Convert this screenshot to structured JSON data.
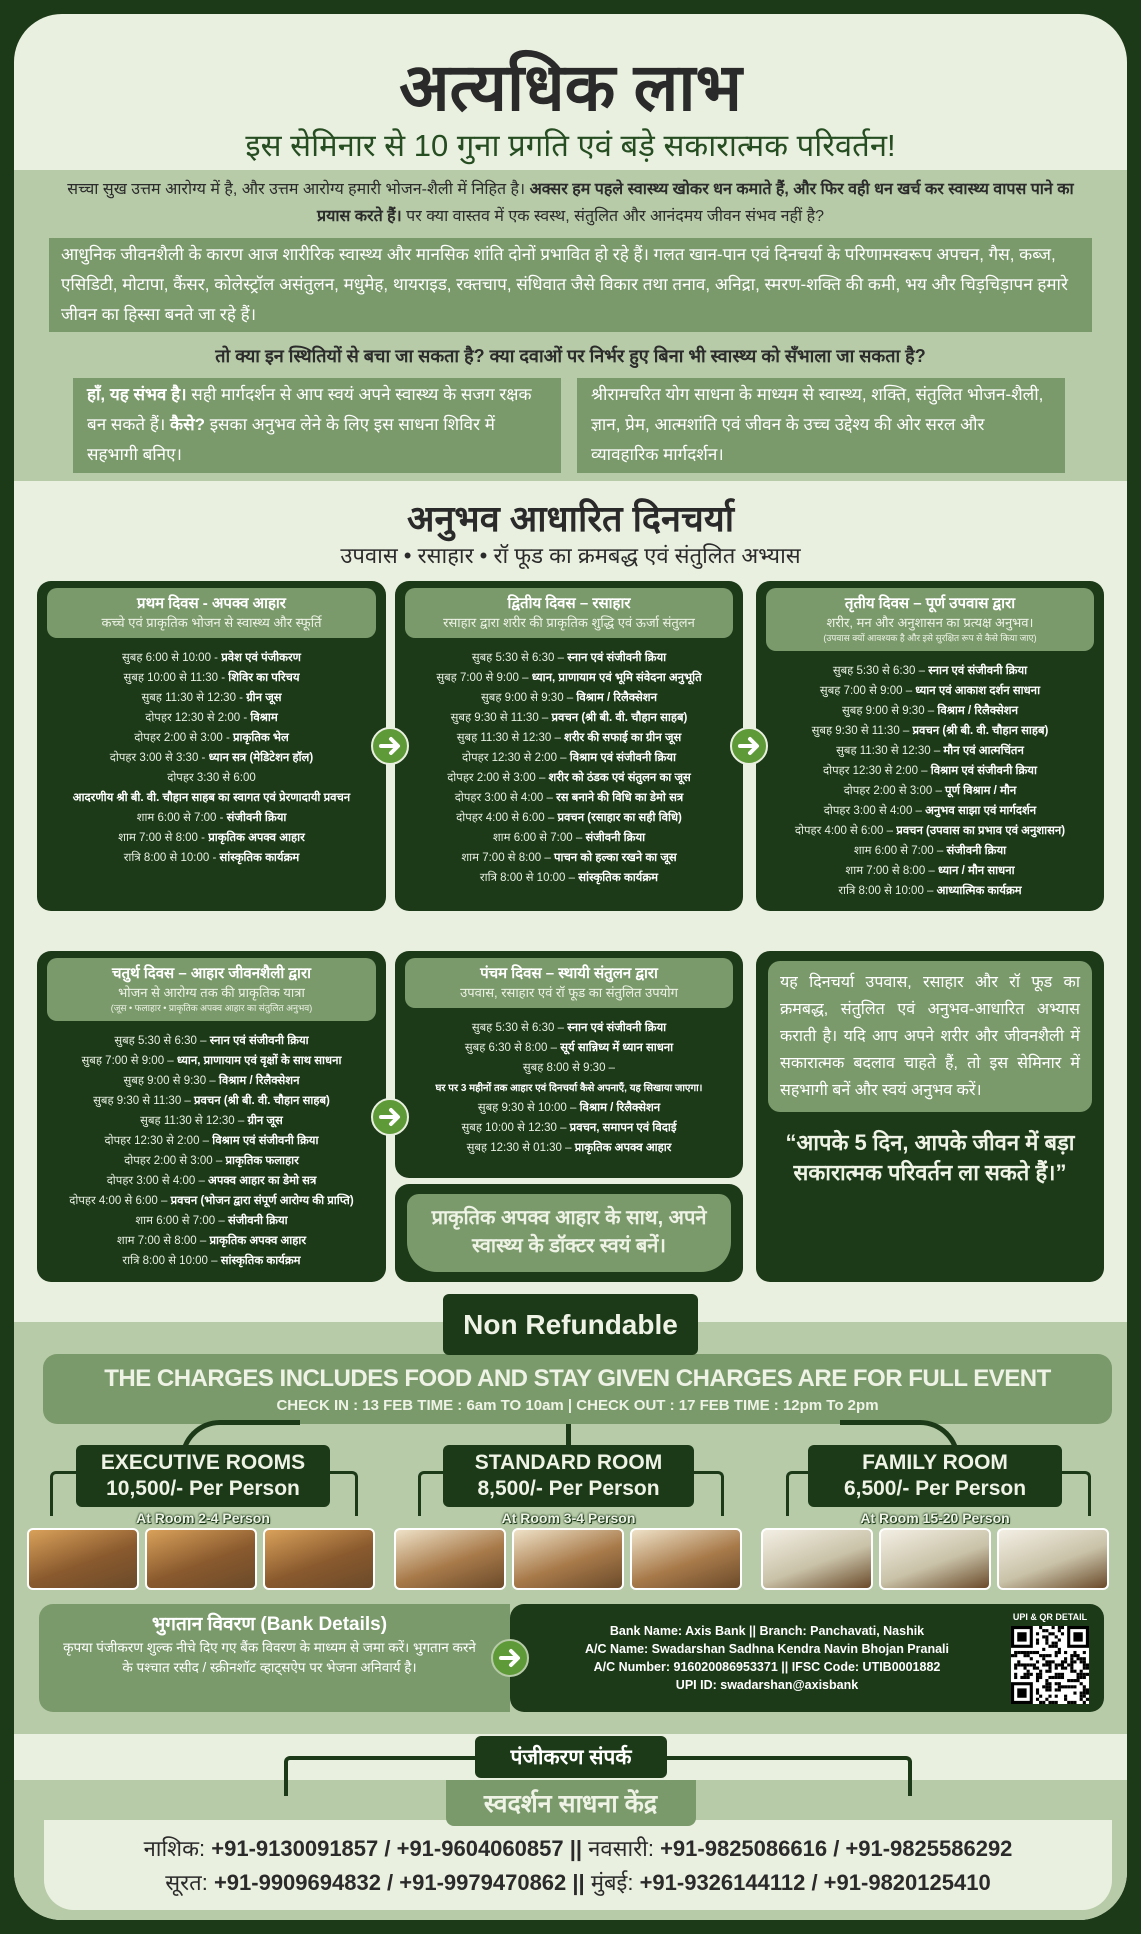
{
  "header": {
    "title": "अत्यधिक लाभ",
    "subtitle": "इस सेमिनार से 10 गुना प्रगति एवं बड़े सकारात्मक परिवर्तन!"
  },
  "intro": {
    "p1_normal_a": "सच्चा सुख उत्तम आरोग्य में है, और उत्तम आरोग्य हमारी भोजन-शैली में निहित है। ",
    "p1_bold": "अक्सर हम पहले स्वास्थ्य खोकर धन कमाते हैं, और फिर वही धन खर्च कर स्वास्थ्य वापस पाने का प्रयास करते हैं।",
    "p1_normal_b": " पर क्या वास्तव में एक स्वस्थ, संतुलित और आनंदमय जीवन संभव नहीं है?",
    "p2": "आधुनिक जीवनशैली के कारण आज शारीरिक स्वास्थ्य और मानसिक शांति दोनों प्रभावित हो रहे हैं। गलत खान-पान एवं दिनचर्या के परिणामस्वरूप अपचन, गैस, कब्ज, एसिडिटी, मोटापा, कैंसर, कोलेस्ट्रॉल असंतुलन, मधुमेह, थायराइड, रक्तचाप, संधिवात जैसे विकार तथा तनाव, अनिद्रा, स्मरण-शक्ति की कमी, भय और चिड़चिड़ापन हमारे जीवन का हिस्सा बनते जा रहे हैं।",
    "question": "तो क्या इन स्थितियों से बचा जा सकता है? क्या दवाओं पर निर्भर हुए बिना भी स्वास्थ्य को सँभाला जा सकता है?",
    "left_bold_a": "हाँ, यह संभव है।",
    "left_a": " सही मार्गदर्शन से आप स्वयं अपने स्वास्थ्य के सजग रक्षक बन सकते हैं। ",
    "left_bold_b": "कैसे?",
    "left_b": " इसका अनुभव लेने के लिए इस साधना शिविर में सहभागी बनिए।",
    "right": "श्रीरामचरित योग साधना के माध्यम से स्वास्थ्य, शक्ति, संतुलित भोजन-शैली, ज्ञान, प्रेम, आत्मशांति एवं जीवन के उच्च उद्देश्य की ओर सरल और व्यावहारिक मार्गदर्शन।"
  },
  "routine": {
    "title": "अनुभव आधारित दिनचर्या",
    "subtitle": "उपवास • रसाहार • रॉ फूड का क्रमबद्ध एवं संतुलित अभ्यास",
    "days": [
      {
        "title": "प्रथम दिवस - अपक्व आहार",
        "sub": "कच्चे एवं प्राकृतिक भोजन से स्वास्थ्य और स्फूर्ति",
        "items": [
          {
            "t": "सुबह 6:00 से 10:00 - ",
            "a": "प्रवेश एवं पंजीकरण"
          },
          {
            "t": "सुबह 10:00 से 11:30 - ",
            "a": "शिविर का परिचय"
          },
          {
            "t": "सुबह 11:30 से 12:30 - ",
            "a": "ग्रीन जूस"
          },
          {
            "t": "दोपहर 12:30 से 2:00 - ",
            "a": "विश्राम"
          },
          {
            "t": "दोपहर 2:00 से 3:00 - ",
            "a": "प्राकृतिक भेल"
          },
          {
            "t": "दोपहर 3:00 से 3:30 - ",
            "a": "ध्यान सत्र (मेडिटेशन हॉल)"
          },
          {
            "t": "दोपहर 3:30 से 6:00",
            "a": "आदरणीय श्री बी. वी. चौहान साहब का स्वागत एवं प्रेरणादायी प्रवचन",
            "block": true
          },
          {
            "t": "शाम 6:00 से 7:00 - ",
            "a": "संजीवनी क्रिया"
          },
          {
            "t": "शाम 7:00 से 8:00 - ",
            "a": "प्राकृतिक अपक्व आहार"
          },
          {
            "t": "रात्रि 8:00 से 10:00 - ",
            "a": "सांस्कृतिक कार्यक्रम"
          }
        ]
      },
      {
        "title": "द्वितीय दिवस – रसाहार",
        "sub": "रसाहार द्वारा शरीर की प्राकृतिक शुद्धि एवं ऊर्जा संतुलन",
        "items": [
          {
            "t": "सुबह 5:30 से 6:30 – ",
            "a": "स्नान एवं संजीवनी क्रिया"
          },
          {
            "t": "सुबह 7:00 से 9:00 – ",
            "a": "ध्यान, प्राणायाम एवं भूमि संवेदना अनुभूति"
          },
          {
            "t": "सुबह 9:00 से 9:30 – ",
            "a": "विश्राम / रिलैक्सेशन"
          },
          {
            "t": "सुबह 9:30 से 11:30 – ",
            "a": "प्रवचन (श्री बी. वी. चौहान साहब)"
          },
          {
            "t": "सुबह 11:30 से 12:30 – ",
            "a": "शरीर की सफाई का ग्रीन जूस"
          },
          {
            "t": "दोपहर 12:30 से 2:00 – ",
            "a": "विश्राम एवं संजीवनी क्रिया"
          },
          {
            "t": "दोपहर 2:00 से 3:00 – ",
            "a": "शरीर को ठंडक एवं संतुलन का जूस"
          },
          {
            "t": "दोपहर 3:00 से 4:00 – ",
            "a": "रस बनाने की विधि का डेमो सत्र"
          },
          {
            "t": "दोपहर 4:00 से 6:00 – ",
            "a": "प्रवचन (रसाहार का सही विधि)"
          },
          {
            "t": "शाम 6:00 से 7:00 – ",
            "a": "संजीवनी क्रिया"
          },
          {
            "t": "शाम 7:00 से 8:00 – ",
            "a": "पाचन को हल्का रखने का जूस"
          },
          {
            "t": "रात्रि 8:00 से 10:00 – ",
            "a": "सांस्कृतिक कार्यक्रम"
          }
        ]
      },
      {
        "title": "तृतीय दिवस – पूर्ण उपवास द्वारा",
        "sub": "शरीर, मन और अनुशासन का प्रत्यक्ष अनुभव।",
        "note": "(उपवास क्यों आवश्यक है और इसे सुरक्षित रूप से कैसे किया जाए)",
        "items": [
          {
            "t": "सुबह 5:30 से 6:30 – ",
            "a": "स्नान एवं संजीवनी क्रिया"
          },
          {
            "t": "सुबह 7:00 से 9:00 – ",
            "a": "ध्यान एवं आकाश दर्शन साधना"
          },
          {
            "t": "सुबह 9:00 से 9:30 – ",
            "a": "विश्राम / रिलैक्सेशन"
          },
          {
            "t": "सुबह 9:30 से 11:30 – ",
            "a": "प्रवचन (श्री बी. वी. चौहान साहब)"
          },
          {
            "t": "सुबह 11:30 से 12:30 – ",
            "a": "मौन एवं आत्मचिंतन"
          },
          {
            "t": "दोपहर 12:30 से 2:00 – ",
            "a": "विश्राम एवं संजीवनी क्रिया"
          },
          {
            "t": "दोपहर 2:00 से 3:00 – ",
            "a": "पूर्ण विश्राम / मौन"
          },
          {
            "t": "दोपहर 3:00 से 4:00 – ",
            "a": "अनुभव साझा एवं मार्गदर्शन"
          },
          {
            "t": "दोपहर 4:00 से 6:00 – ",
            "a": "प्रवचन (उपवास का प्रभाव एवं अनुशासन)"
          },
          {
            "t": "शाम 6:00 से 7:00 – ",
            "a": "संजीवनी क्रिया"
          },
          {
            "t": "शाम 7:00 से 8:00 – ",
            "a": "ध्यान / मौन साधना"
          },
          {
            "t": "रात्रि 8:00 से 10:00 – ",
            "a": "आध्यात्मिक कार्यक्रम"
          }
        ]
      },
      {
        "title": "चतुर्थ दिवस – आहार जीवनशैली द्वारा",
        "sub": "भोजन से आरोग्य तक की प्राकृतिक यात्रा",
        "note": "(जूस • फलाहार • प्राकृतिक अपक्व आहार का संतुलित अनुभव)",
        "items": [
          {
            "t": "सुबह 5:30 से 6:30 – ",
            "a": "स्नान एवं संजीवनी क्रिया"
          },
          {
            "t": "सुबह 7:00 से 9:00 – ",
            "a": "ध्यान, प्राणायाम एवं वृक्षों के साथ साधना"
          },
          {
            "t": "सुबह 9:00 से 9:30 – ",
            "a": "विश्राम / रिलैक्सेशन"
          },
          {
            "t": "सुबह 9:30 से 11:30 – ",
            "a": "प्रवचन (श्री बी. वी. चौहान साहब)"
          },
          {
            "t": "सुबह 11:30 से 12:30 – ",
            "a": "ग्रीन जूस"
          },
          {
            "t": "दोपहर 12:30 से 2:00 – ",
            "a": "विश्राम एवं संजीवनी क्रिया"
          },
          {
            "t": "दोपहर 2:00 से 3:00 – ",
            "a": "प्राकृतिक फलाहार"
          },
          {
            "t": "दोपहर 3:00 से 4:00 – ",
            "a": "अपक्व आहार का डेमो सत्र"
          },
          {
            "t": "दोपहर 4:00 से 6:00 – ",
            "a": "प्रवचन (भोजन द्वारा संपूर्ण आरोग्य की प्राप्ति)"
          },
          {
            "t": "शाम 6:00 से 7:00 – ",
            "a": "संजीवनी क्रिया"
          },
          {
            "t": "शाम 7:00 से 8:00 – ",
            "a": "प्राकृतिक अपक्व आहार"
          },
          {
            "t": "रात्रि 8:00 से 10:00 – ",
            "a": "सांस्कृतिक कार्यक्रम"
          }
        ]
      },
      {
        "title": "पंचम दिवस – स्थायी संतुलन द्वारा",
        "sub": "उपवास, रसाहार एवं रॉ फूड का संतुलित उपयोग",
        "items": [
          {
            "t": "सुबह 5:30 से 6:30 – ",
            "a": "स्नान एवं संजीवनी क्रिया"
          },
          {
            "t": "सुबह 6:30 से 8:00 – ",
            "a": "सूर्य सान्निध्य में ध्यान साधना"
          },
          {
            "t": "सुबह 8:00 से 9:30 –",
            "a": "घर पर 3 महीनों तक आहार एवं दिनचर्या कैसे अपनाएँ, यह सिखाया जाएगा।",
            "block": true,
            "small": true
          },
          {
            "t": "सुबह 9:30 से 10:00 – ",
            "a": "विश्राम / रिलैक्सेशन"
          },
          {
            "t": "सुबह 10:00 से 12:30 – ",
            "a": "प्रवचन, समापन एवं विदाई"
          },
          {
            "t": "सुबह 12:30 से 01:30 – ",
            "a": "प्राकृतिक अपक्व आहार"
          }
        ]
      }
    ],
    "day5_slogan": "प्राकृतिक अपक्व आहार के साथ, अपने स्वास्थ्य के डॉक्टर स्वयं बनें।",
    "closing_text": "यह दिनचर्या उपवास, रसाहार और रॉ फूड का क्रमबद्ध, संतुलित एवं अनुभव-आधारित अभ्यास कराती है। यदि आप अपने शरीर और जीवनशैली में सकारात्मक बदलाव चाहते हैं, तो इस सेमिनार में सहभागी बनें और स्वयं अनुभव करें।",
    "quote": "“आपके 5 दिन, आपके जीवन में बड़ा सकारात्मक परिवर्तन ला सकते हैं।”"
  },
  "pricing": {
    "non_refundable": "Non Refundable",
    "headline": "THE CHARGES INCLUDES FOOD AND STAY GIVEN CHARGES ARE FOR FULL EVENT",
    "checkin": "CHECK IN : 13 FEB TIME : 6am TO 10am | CHECK OUT : 17 FEB TIME : 12pm To 2pm",
    "rooms": [
      {
        "name": "EXECUTIVE ROOMS",
        "price": "10,500/- Per Person",
        "occupancy": "At Room 2-4 Person"
      },
      {
        "name": "STANDARD ROOM",
        "price": "8,500/- Per Person",
        "occupancy": "At Room 3-4 Person"
      },
      {
        "name": "FAMILY ROOM",
        "price": "6,500/- Per Person",
        "occupancy": "At Room 15-20 Person"
      }
    ]
  },
  "payment": {
    "title": "भुगतान विवरण (Bank Details)",
    "body": "कृपया पंजीकरण शुल्क नीचे दिए गए बैंक विवरण के माध्यम से जमा करें। भुगतान करने के पश्चात रसीद / स्क्रीनशॉट व्हाट्सऐप पर भेजना अनिवार्य है।",
    "bank_lines": [
      "Bank Name: Axis Bank || Branch: Panchavati, Nashik",
      "A/C Name: Swadarshan Sadhna Kendra Navin Bhojan Pranali",
      "A/C Number: 916020086953371 || IFSC Code: UTIB0001882",
      "UPI ID: swadarshan@axisbank"
    ],
    "qr_label": "UPI & QR DETAIL"
  },
  "contact": {
    "label": "पंजीकरण संपर्क",
    "org": "स्वदर्शन साधना केंद्र",
    "lines": [
      [
        {
          "city": "नाशिक: ",
          "nums": "+91-9130091857 / +91-9604060857 || "
        },
        {
          "city": "नवसारी: ",
          "nums": "+91-9825086616 / +91-9825586292"
        }
      ],
      [
        {
          "city": "सूरत: ",
          "nums": "+91-9909694832 / +91-9979470862 || "
        },
        {
          "city": "मुंबई: ",
          "nums": "+91-9326144112 / +91-9820125410"
        }
      ]
    ]
  },
  "colors": {
    "dark_green": "#1c3a18",
    "mid_green": "#7b9a6c",
    "light_green": "#b7cba8",
    "background": "#eaf0e0"
  },
  "icons": {
    "arrow": "arrow-right-circle-icon",
    "qr": "qr-code"
  }
}
